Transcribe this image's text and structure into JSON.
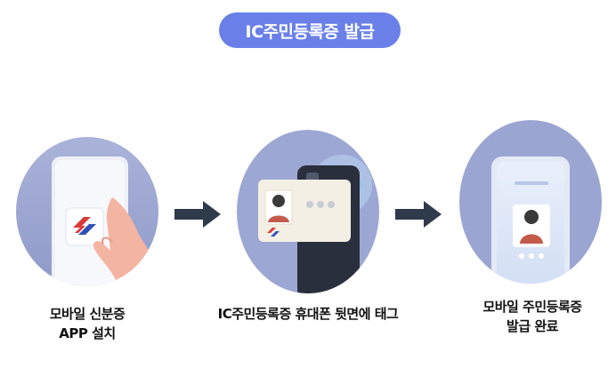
{
  "header": {
    "title": "IC주민등록증 발급"
  },
  "steps": [
    {
      "caption_line1": "모바일 신분증",
      "caption_line2": "APP 설치"
    },
    {
      "caption_line1": "IC주민등록증 휴대폰 뒷면에 태그",
      "caption_line2": ""
    },
    {
      "caption_line1": "모바일 주민등록증",
      "caption_line2": "발급 완료"
    }
  ],
  "colors": {
    "accent": "#6a80e8",
    "circle": "#a7b0d6",
    "arrow": "#2f3a4a"
  }
}
